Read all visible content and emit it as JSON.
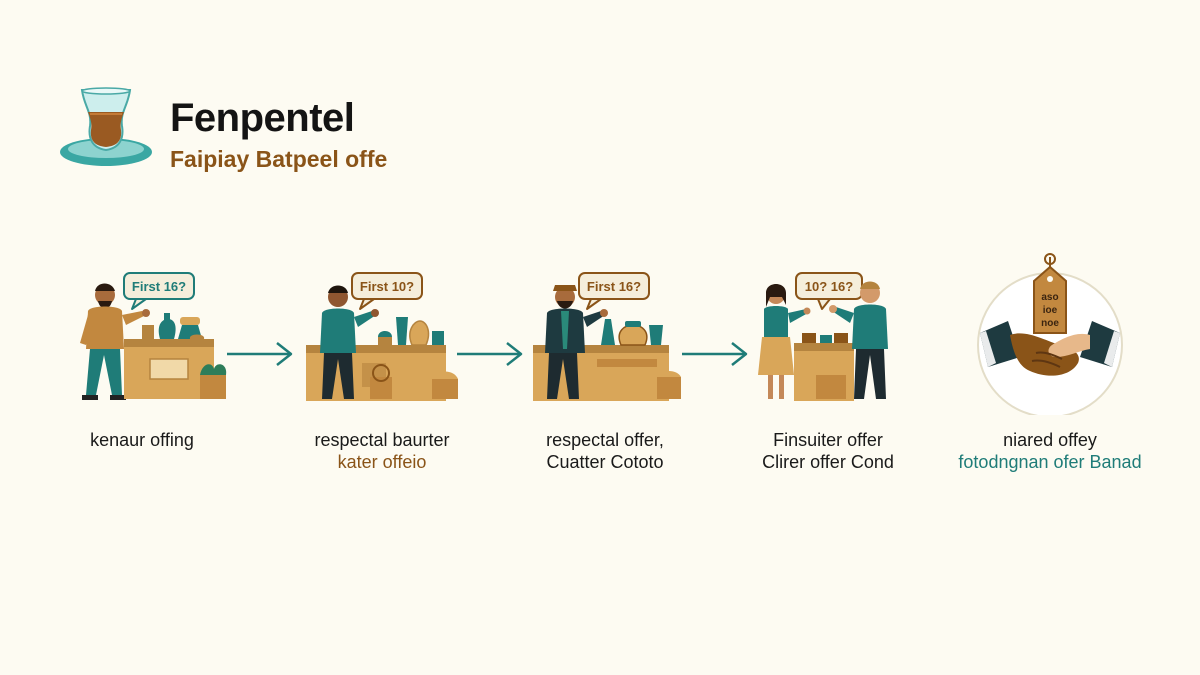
{
  "header": {
    "title": "Fenpentel",
    "subtitle": "Faipiay Batpeel offe"
  },
  "stages": [
    {
      "bubble": "First 16?",
      "caption_line1": "kenaur offing",
      "caption_line2": ""
    },
    {
      "bubble": "First 10?",
      "caption_line1": "respectal baurter",
      "caption_line2": "kater offeio"
    },
    {
      "bubble": "First 16?",
      "caption_line1": "respectal offer,",
      "caption_line2": "Cuatter Cototo"
    },
    {
      "bubble": "10? 16?",
      "caption_line1": "Finsuiter offer",
      "caption_line2": "Clirer offer Cond"
    },
    {
      "tag_lines": [
        "aso",
        "ioe",
        "noe"
      ],
      "caption_line1": "niared offey",
      "caption_line2": "fotodngnan ofer Banad"
    }
  ],
  "colors": {
    "teal": "#1f7c78",
    "brown": "#8a5418",
    "tan": "#d9a659",
    "background": "#fdfbf2"
  }
}
